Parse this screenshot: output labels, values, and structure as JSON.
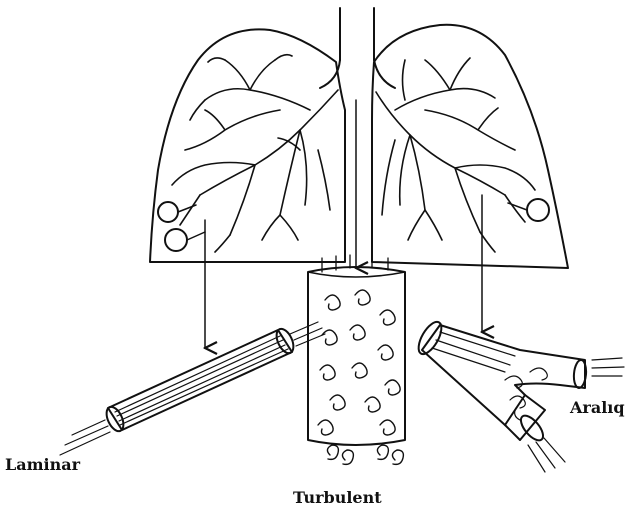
{
  "labels": {
    "laminar": "Laminar",
    "turbulent": "Turbulent",
    "intermediate": "Aralıq"
  },
  "colors": {
    "ink": "#111111",
    "background": "#ffffff"
  },
  "icons": [
    "lungs-illustration",
    "laminar-tube-icon",
    "turbulent-tube-icon",
    "branching-tube-icon"
  ]
}
